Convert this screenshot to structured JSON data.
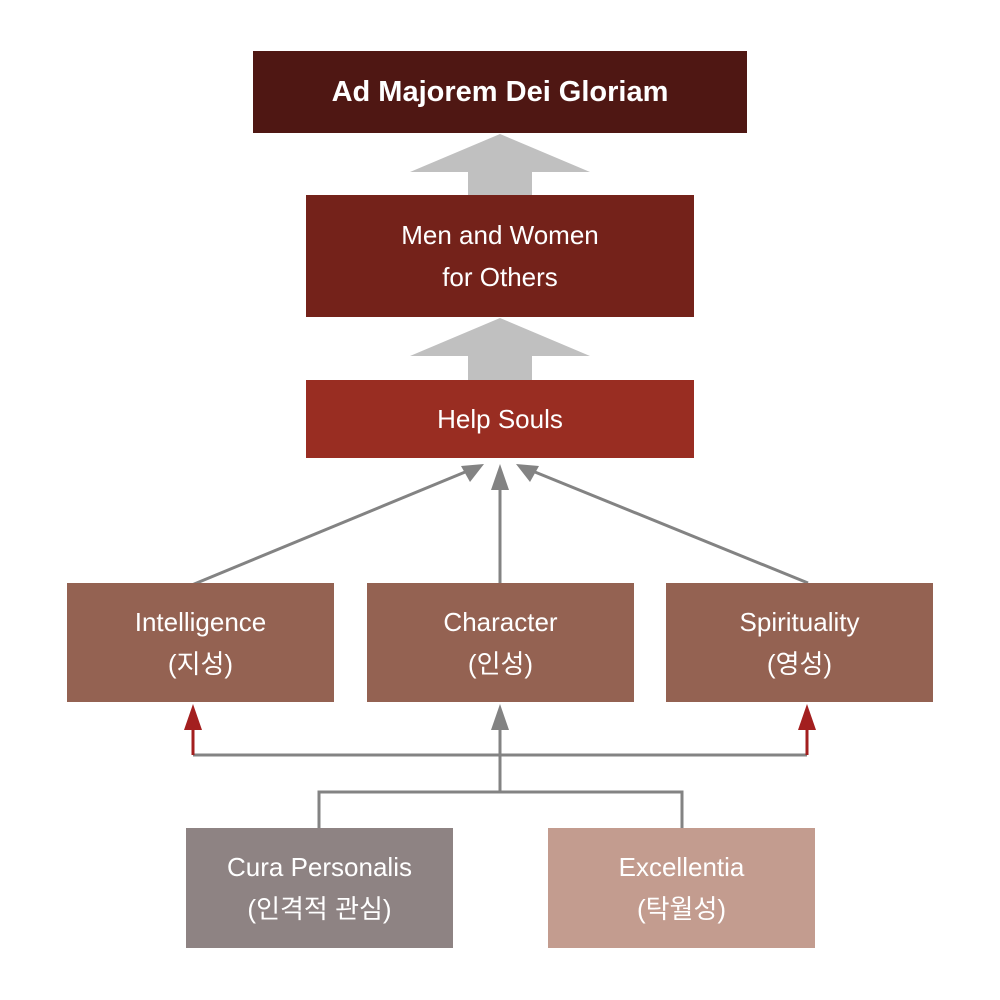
{
  "diagram": {
    "nodes": {
      "top": {
        "lines": [
          "Ad Majorem Dei Gloriam"
        ]
      },
      "men_women": {
        "lines": [
          "Men and Women",
          "for Others"
        ]
      },
      "help_souls": {
        "lines": [
          "Help Souls"
        ]
      },
      "intelligence": {
        "lines": [
          "Intelligence",
          "(지성)"
        ]
      },
      "character": {
        "lines": [
          "Character",
          "(인성)"
        ]
      },
      "spirituality": {
        "lines": [
          "Spirituality",
          "(영성)"
        ]
      },
      "cura_personalis": {
        "lines": [
          "Cura Personalis",
          "(인격적 관심)"
        ]
      },
      "excellentia": {
        "lines": [
          "Excellentia",
          "(탁월성)"
        ]
      }
    },
    "colors": {
      "top": "#4f1713",
      "men_women": "#74221a",
      "help_souls": "#992d22",
      "pillars": "#946252",
      "cura_personalis": "#8e8383",
      "excellentia": "#c39c8f",
      "block_arrow": "#c0c0c0",
      "connector": "#838383",
      "accent_arrow": "#a31f1f"
    }
  }
}
